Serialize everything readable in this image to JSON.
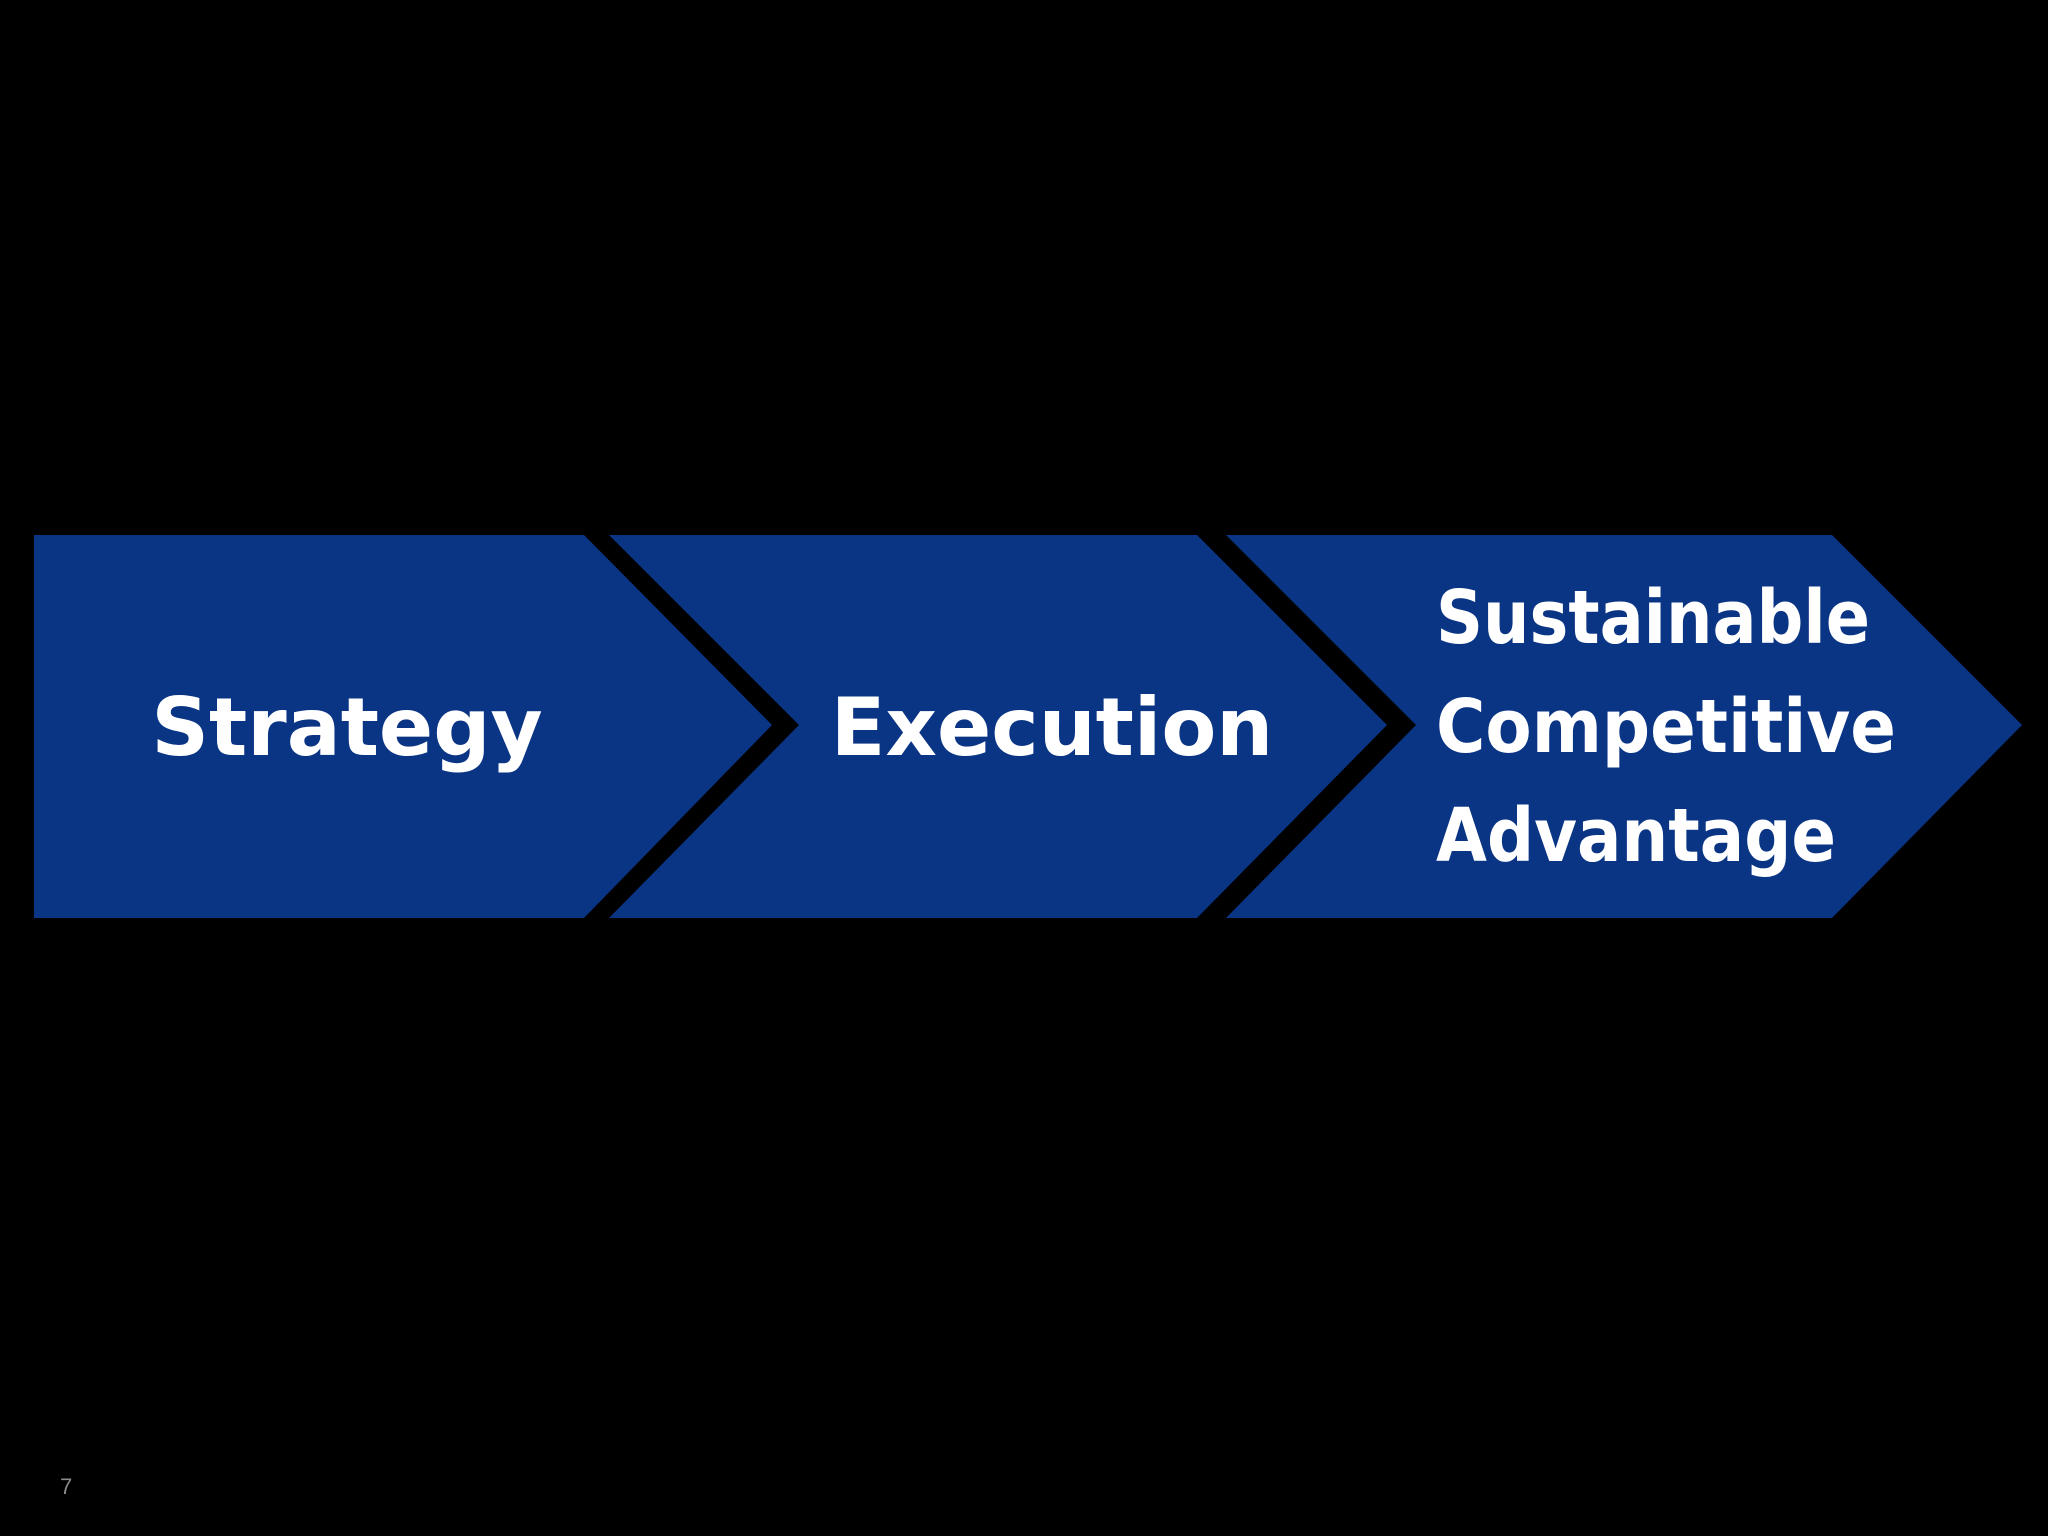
{
  "slide": {
    "page_number": "7",
    "background_color": "#000000"
  },
  "process": {
    "chevron_color": "#0a3484",
    "text_color": "#ffffff",
    "steps": [
      {
        "lines": [
          "Strategy"
        ]
      },
      {
        "lines": [
          "Execution"
        ]
      },
      {
        "lines": [
          "Sustainable",
          "Competitive",
          "Advantage"
        ]
      }
    ]
  }
}
